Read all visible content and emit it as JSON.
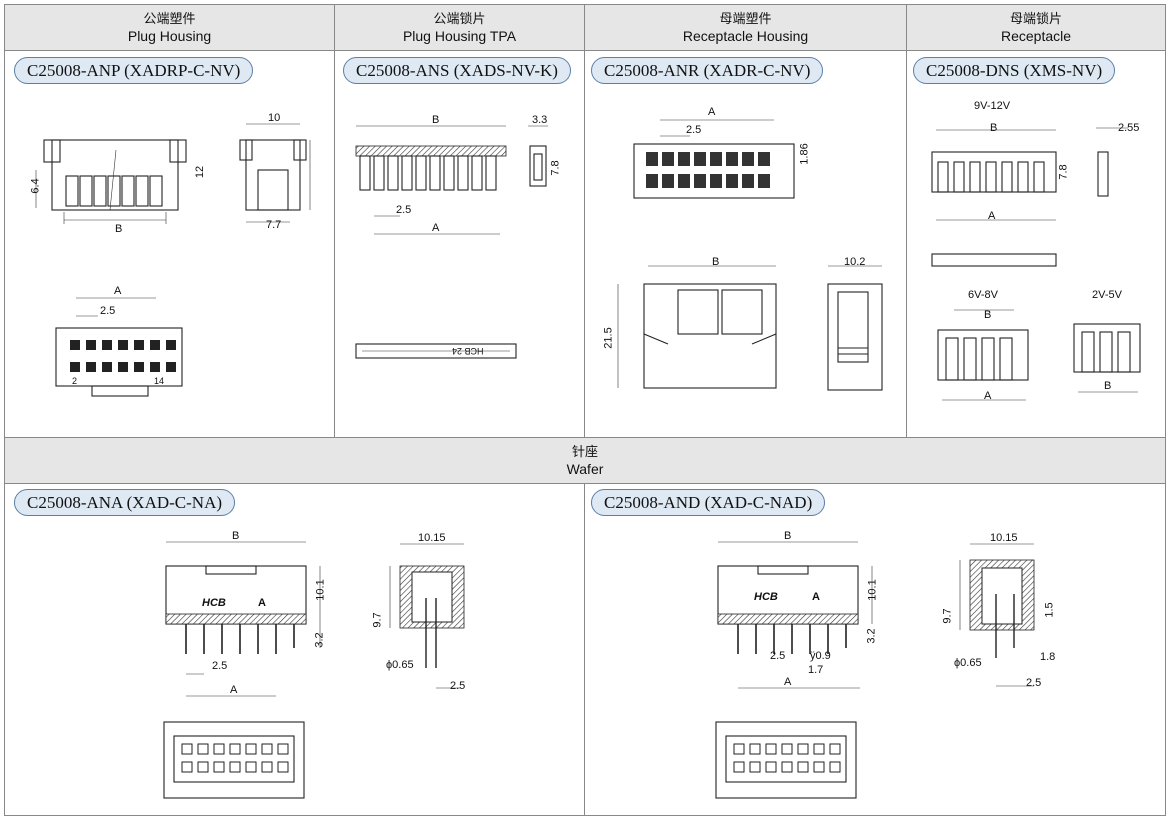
{
  "headers": {
    "plug_housing": {
      "cn": "公端塑件",
      "en": "Plug Housing"
    },
    "plug_housing_tpa": {
      "cn": "公端锁片",
      "en": "Plug Housing TPA"
    },
    "receptacle_housing": {
      "cn": "母端塑件",
      "en": "Receptacle Housing"
    },
    "receptacle": {
      "cn": "母端锁片",
      "en": "Receptacle"
    },
    "wafer": {
      "cn": "针座",
      "en": "Wafer"
    }
  },
  "parts": {
    "anp": "C25008-ANP (XADRP-C-NV)",
    "ans": "C25008-ANS (XADS-NV-K)",
    "anr": "C25008-ANR (XADR-C-NV)",
    "dns": "C25008-DNS (XMS-NV)",
    "ana": "C25008-ANA (XAD-C-NA)",
    "and": "C25008-AND (XAD-C-NAD)"
  },
  "dims": {
    "anp": {
      "width": "10",
      "height": "12",
      "left": "6.4",
      "side": "7.7",
      "b": "B",
      "a": "A",
      "pitch": "2.5",
      "pin1": "2",
      "pin2": "14"
    },
    "ans": {
      "b": "B",
      "w": "3.3",
      "h": "7.8",
      "pitch": "2.5",
      "a": "A",
      "mark": "HCB 24"
    },
    "anr": {
      "a": "A",
      "pitch": "2.5",
      "h": "1.86",
      "b": "B",
      "w": "10.2",
      "height": "21.5"
    },
    "dns": {
      "v1": "9V-12V",
      "b": "B",
      "w": "2.55",
      "h": "7.8",
      "a": "A",
      "v2": "6V-8V",
      "v3": "2V-5V"
    },
    "ana": {
      "b": "B",
      "w": "10.15",
      "h1": "10.1",
      "h2": "3.2",
      "h3": "9.7",
      "pitch": "2.5",
      "a": "A",
      "dia": "ϕ0.65",
      "pitch2": "2.5",
      "brand": "HCB",
      "a_mark": "A"
    },
    "and": {
      "b": "B",
      "w": "10.15",
      "h1": "10.1",
      "h2": "3.2",
      "h3": "9.7",
      "h4": "1.5",
      "pitch": "2.5",
      "pin": "ÿ0.9",
      "off": "1.7",
      "a": "A",
      "dia": "ϕ0.65",
      "s1": "1.8",
      "pitch2": "2.5",
      "brand": "HCB",
      "a_mark": "A"
    }
  }
}
